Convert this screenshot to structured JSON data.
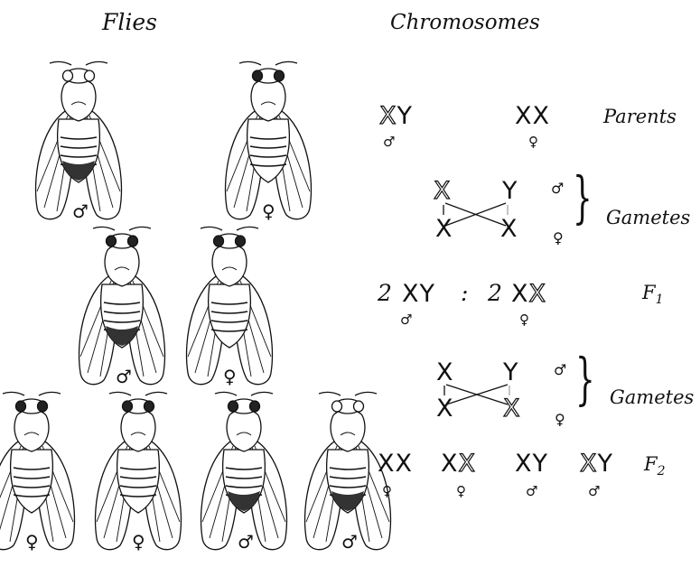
{
  "headings": {
    "flies": "Flies",
    "chromosomes": "Chromosomes"
  },
  "labels": {
    "parents": "Parents",
    "gametes_1": "Gametes",
    "f1": "F",
    "f1_sub": "1",
    "gametes_2": "Gametes",
    "f2": "F",
    "f2_sub": "2"
  },
  "symbols": {
    "male": "♂",
    "female": "♀"
  },
  "parents": [
    {
      "first": "X",
      "second": "Y",
      "sex": "♂"
    },
    {
      "first": "X",
      "second": "X",
      "sex": "♀"
    }
  ],
  "gametes_1": {
    "top_left": "X",
    "top_right": "Y",
    "bottom_left": "X",
    "bottom_right": "X",
    "top_sex": "♂",
    "bottom_sex": "♀"
  },
  "f1": [
    {
      "coef": "2",
      "first": "X",
      "second": "Y",
      "sex": "♂"
    },
    {
      "sep": ":"
    },
    {
      "coef": "2",
      "first": "X",
      "second": "X",
      "sex": "♀"
    }
  ],
  "gametes_2": {
    "top_left": "X",
    "top_right": "Y",
    "bottom_left": "X",
    "bottom_right": "X",
    "top_sex": "♂",
    "bottom_sex": "♀"
  },
  "f2": [
    {
      "first": "X",
      "second": "X",
      "sex": "♀"
    },
    {
      "first": "X",
      "second": "X",
      "sex": "♀"
    },
    {
      "first": "X",
      "second": "Y",
      "sex": "♂"
    },
    {
      "first": "X",
      "second": "Y",
      "sex": "♂"
    }
  ],
  "flies": [
    {
      "row": "parents",
      "sex": "♂",
      "eyes": "white"
    },
    {
      "row": "parents",
      "sex": "♀",
      "eyes": "red"
    },
    {
      "row": "f1",
      "sex": "♂",
      "eyes": "red"
    },
    {
      "row": "f1",
      "sex": "♀",
      "eyes": "red"
    },
    {
      "row": "f2",
      "sex": "♀",
      "eyes": "red"
    },
    {
      "row": "f2",
      "sex": "♀",
      "eyes": "red"
    },
    {
      "row": "f2",
      "sex": "♂",
      "eyes": "red"
    },
    {
      "row": "f2",
      "sex": "♂",
      "eyes": "white"
    }
  ]
}
